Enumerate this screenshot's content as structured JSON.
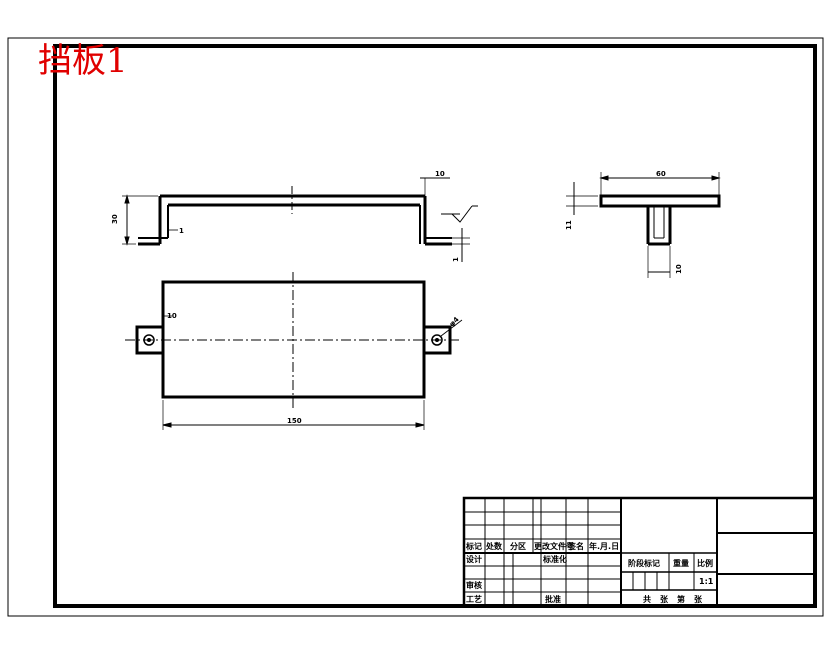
{
  "drawing": {
    "title": "挡板1",
    "title_color": "#e00000"
  },
  "dimensions": {
    "side_left_height": "30",
    "side_left_thickness": "1",
    "side_right_width": "10",
    "side_right_thickness": "1",
    "section_width": "60",
    "section_height": "11",
    "section_leg": "10",
    "plan_tab": "10",
    "plan_hole": "φ4",
    "plan_length": "150"
  },
  "title_block": {
    "row_headers": [
      "标记",
      "处数",
      "分区",
      "更改文件号",
      "签名",
      "年.月.日"
    ],
    "design": "设计",
    "standardize": "标准化",
    "stage_mark": "阶段标记",
    "weight": "重量",
    "scale": "比例",
    "scale_value": "1:1",
    "review": "审核",
    "process": "工艺",
    "approve": "批准",
    "sheets_total": "共",
    "sheets_word": "张",
    "sheet_no": "第",
    "sheet_word": "张"
  }
}
